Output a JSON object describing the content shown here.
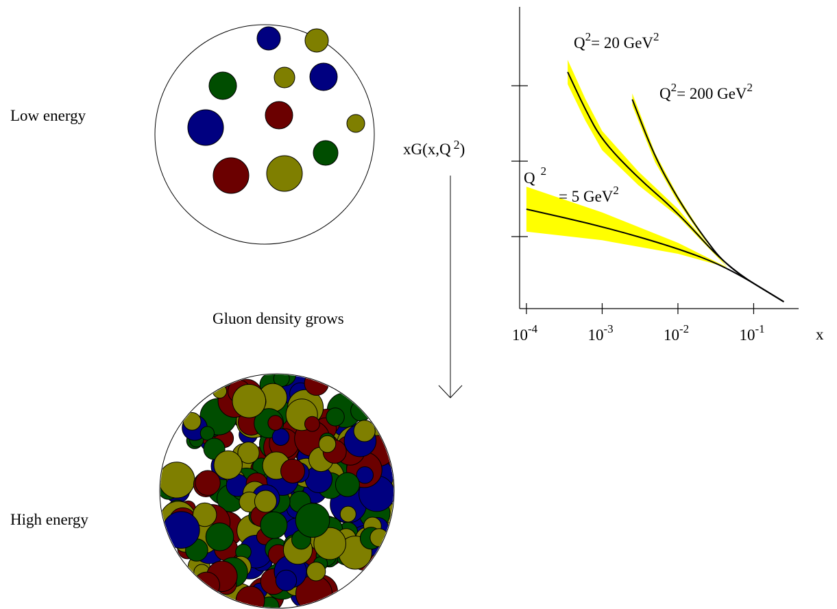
{
  "labels": {
    "low_energy": "Low energy",
    "high_energy": "High energy",
    "gluon_density": "Gluon density grows",
    "y_axis_main": "xG(x,Q",
    "y_axis_sup": "2",
    "y_axis_close": ")",
    "x_axis": "x"
  },
  "x_ticks": [
    {
      "base": "10",
      "exp": "-4"
    },
    {
      "base": "10",
      "exp": "-3"
    },
    {
      "base": "10",
      "exp": "-2"
    },
    {
      "base": "10",
      "exp": "-1"
    }
  ],
  "curve_labels": [
    {
      "pre": "Q",
      "sup": "2",
      "mid": "= 20 GeV",
      "sup2": "2"
    },
    {
      "pre": "Q",
      "sup": "2",
      "mid": "= 200 GeV",
      "sup2": "2"
    },
    {
      "pre": "Q",
      "sup": "2",
      "mid": "= 5 GeV",
      "sup2": "2"
    }
  ],
  "colors": {
    "red": "#6b0000",
    "green": "#004d00",
    "blue": "#000080",
    "olive": "#7f7f00",
    "band": "#ffff00",
    "line": "#000000"
  },
  "chart_data": {
    "type": "line",
    "xlabel": "x",
    "ylabel": "xG(x,Q²)",
    "x_scale": "log",
    "xlim": [
      0.0001,
      0.25
    ],
    "series": [
      {
        "name": "Q² = 5 GeV²",
        "x": [
          0.0001,
          0.001,
          0.01,
          0.045,
          0.25
        ],
        "y": [
          1.45,
          1.2,
          0.88,
          0.6,
          0.1
        ]
      },
      {
        "name": "Q² = 20 GeV²",
        "x": [
          0.00035,
          0.0006,
          0.001,
          0.003,
          0.01,
          0.045,
          0.25
        ],
        "y": [
          3.45,
          2.9,
          2.45,
          1.9,
          1.4,
          0.6,
          0.1
        ]
      },
      {
        "name": "Q² = 200 GeV²",
        "x": [
          0.0025,
          0.005,
          0.01,
          0.02,
          0.045,
          0.25
        ],
        "y": [
          3.05,
          2.2,
          1.6,
          1.1,
          0.6,
          0.1
        ]
      }
    ]
  }
}
